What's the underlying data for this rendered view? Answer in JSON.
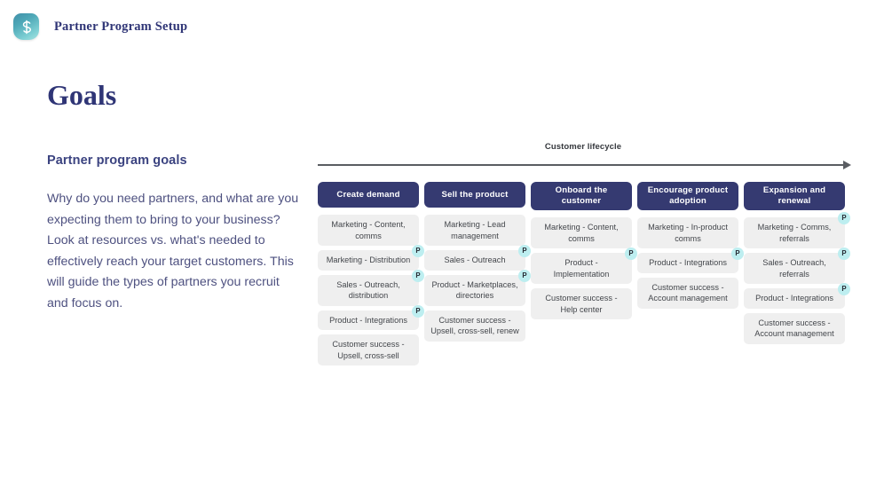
{
  "header": {
    "logo_icon": "shield-s-logo-icon",
    "title": "Partner Program Setup"
  },
  "left": {
    "page_title": "Goals",
    "section_title": "Partner program goals",
    "body": "Why do you need partners, and what are you expecting them to bring to your business? Look at resources vs. what's needed to effectively reach your target customers. This will guide the types of partners you recruit and focus on."
  },
  "matrix": {
    "axis_label": "Customer lifecycle",
    "axis_icon": "arrow-right-icon",
    "badge_label": "P",
    "columns": [
      {
        "header": "Create demand",
        "cells": [
          {
            "text": "Marketing - Content, comms",
            "partner": false
          },
          {
            "text": "Marketing - Distribution",
            "partner": true
          },
          {
            "text": "Sales - Outreach, distribution",
            "partner": true
          },
          {
            "text": "Product - Integrations",
            "partner": true
          },
          {
            "text": "Customer success - Upsell, cross-sell",
            "partner": false
          }
        ]
      },
      {
        "header": "Sell the product",
        "cells": [
          {
            "text": "Marketing - Lead management",
            "partner": false
          },
          {
            "text": "Sales - Outreach",
            "partner": true
          },
          {
            "text": "Product - Marketplaces, directories",
            "partner": true
          },
          {
            "text": "Customer success - Upsell, cross-sell, renew",
            "partner": false
          }
        ]
      },
      {
        "header": "Onboard the customer",
        "cells": [
          {
            "text": "Marketing - Content, comms",
            "partner": false
          },
          {
            "text": "Product - Implementation",
            "partner": true
          },
          {
            "text": "Customer success - Help center",
            "partner": false
          }
        ]
      },
      {
        "header": "Encourage product adoption",
        "cells": [
          {
            "text": "Marketing - In-product comms",
            "partner": false
          },
          {
            "text": "Product - Integrations",
            "partner": true
          },
          {
            "text": "Customer success - Account management",
            "partner": false
          }
        ]
      },
      {
        "header": "Expansion and renewal",
        "cells": [
          {
            "text": "Marketing - Comms, referrals",
            "partner": true
          },
          {
            "text": "Sales - Outreach, referrals",
            "partner": true
          },
          {
            "text": "Product - Integrations",
            "partner": true
          },
          {
            "text": "Customer success - Account management",
            "partner": false
          }
        ]
      }
    ]
  },
  "colors": {
    "brand_navy": "#2f3576",
    "header_pill": "#353a71",
    "cell_bg": "#efefef",
    "badge_bg": "#bdeef0",
    "body_text": "#4e5180"
  }
}
